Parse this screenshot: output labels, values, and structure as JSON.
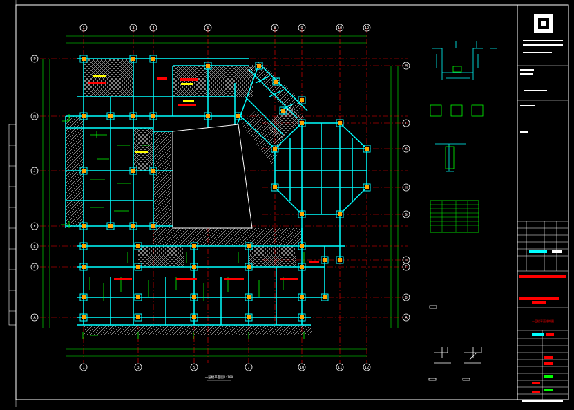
{
  "drawing": {
    "grid_top": [
      "1",
      "3",
      "4",
      "6",
      "8",
      "9",
      "10",
      "12"
    ],
    "grid_bottom": [
      "1",
      "3",
      "5",
      "7",
      "10",
      "11",
      "12"
    ],
    "grid_left": [
      "P",
      "M",
      "J",
      "F",
      "E",
      "C",
      "A"
    ],
    "grid_right": [
      "M",
      "L",
      "K",
      "H",
      "G",
      "D",
      "C",
      "B",
      "A"
    ],
    "plan_caption": "一层楼平面图1:100"
  },
  "title_block": {
    "project_name": "一层楼平面结构图"
  },
  "colors": {
    "background": "#000000",
    "frame": "#ffffff",
    "beam": "#00ffff",
    "grid": "#ff0000",
    "rebar": "#00ff00",
    "hatch": "#ffffff",
    "column_fill": "#ffa500",
    "dims": "#00ff00"
  }
}
